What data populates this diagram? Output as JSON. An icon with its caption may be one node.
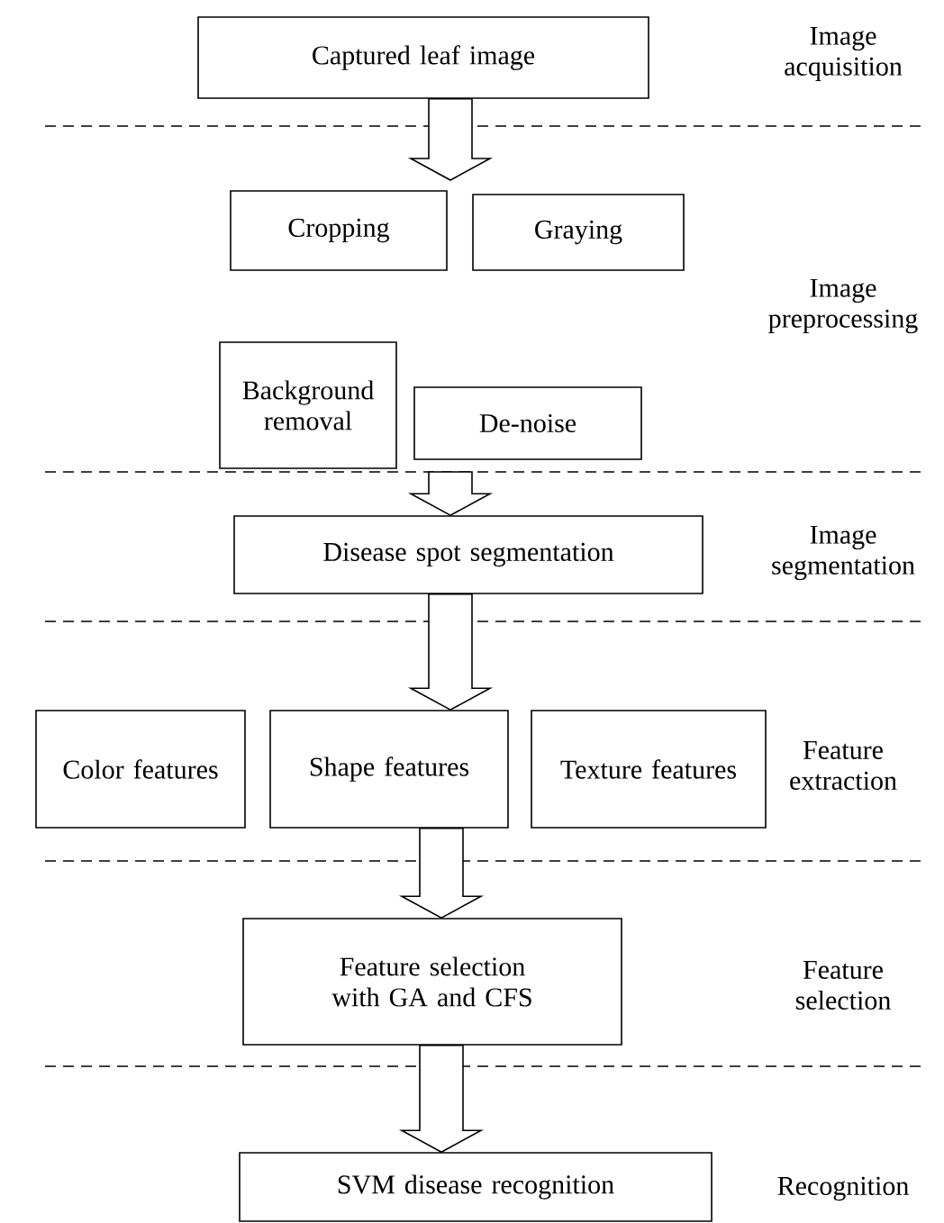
{
  "diagram": {
    "nodes": [
      {
        "text": [
          "Captured leaf image"
        ]
      },
      {
        "text": [
          "Cropping"
        ]
      },
      {
        "text": [
          "Graying"
        ]
      },
      {
        "text": [
          "Background removal"
        ]
      },
      {
        "text": [
          "De-noise"
        ]
      },
      {
        "text": [
          "Disease spot segmentation"
        ]
      },
      {
        "text": [
          "Color features"
        ]
      },
      {
        "text": [
          "Shape features"
        ]
      },
      {
        "text": [
          "Texture features"
        ]
      },
      {
        "text": [
          "Feature selection with GA and CFS"
        ]
      },
      {
        "text": [
          "SVM disease recognition"
        ]
      }
    ],
    "edges": [
      {
        "from": 0,
        "to": null,
        "arrow": "to"
      },
      {
        "from": null,
        "to": 5,
        "arrow": "to"
      },
      {
        "from": 5,
        "to": 7,
        "arrow": "to"
      },
      {
        "from": 7,
        "to": 9,
        "arrow": "to"
      },
      {
        "from": 9,
        "to": 10,
        "arrow": "to"
      }
    ],
    "labels": [
      "Image acquisition",
      "Image preprocessing",
      "Image segmentation",
      "Feature extraction",
      "Feature selection",
      "Recognition"
    ]
  }
}
